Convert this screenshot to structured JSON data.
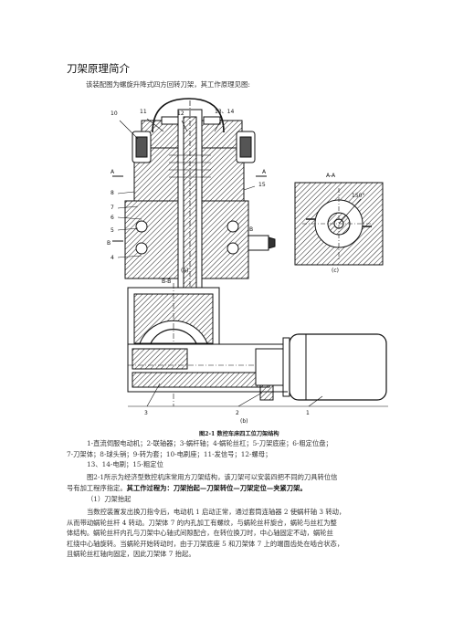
{
  "doc": {
    "title": "刀架原理简介",
    "intro": "该装配图为螺旋升降式四方回转刀架，其工作原理见图:",
    "figure": {
      "labels_a": [
        "10",
        "11",
        "12",
        "13、14",
        "A",
        "8",
        "7",
        "6",
        "5",
        "B",
        "4",
        "15",
        "A",
        "B"
      ],
      "caption_a": "(a)",
      "section_aa": "A-A",
      "angle": "150°",
      "caption_c": "(c)",
      "section_bb": "B-B",
      "labels_b": [
        "3",
        "2",
        "1"
      ],
      "caption_b": "(b)"
    },
    "caption": "图2-1 数控车床四工位刀架结构",
    "legend_line1": "1-直流伺服电动机；2-联轴器；3-蜗杆轴；4-蜗轮丝杠；5-刀架底座；6-粗定位盘；",
    "legend_line2": "7-刀架体；8-球头销；9-转为套；10-电刷座；11-发信号；12-螺母；",
    "legend_line3": "13、14-电刷；15-粗定位",
    "para1_line1": "图2-1所示为经济型数控机床常用方刀架结构，该刀架可以安装四把不同的刀具转位信",
    "para1_line2_a": "号有加工程序指定。",
    "para1_line2_b": "其工作过程为：刀架抬起—刀架转位—刀架定位—夹紧刀架。",
    "step1": "（1）刀架抬起",
    "para2_line1": "当数控装置发出换刀指令后，电动机 1 启动正常，通过套筒连轴器 2 使蜗杆轴 3 转动，",
    "para2_line2": "从而带动蜗轮丝杆 4 转动。刀架体 7 的内孔加工有螺纹，与蜗轮丝杆旋合，蜗轮与丝杠为整",
    "para2_line3": "体结构。蜗轮丝杆内孔与刀架中心轴式间隙配合，在转位换刀时，中心轴固定不动，蜗轮丝",
    "para2_line4": "杠绕中心轴旋转。当蜗轮开始转动时，由于刀架底座 5 和刀架体 7 上的端面齿处在啮合状态，",
    "para2_line5": "且蜗轮丝杠轴向固定，因此刀架体 7 抬起。"
  }
}
